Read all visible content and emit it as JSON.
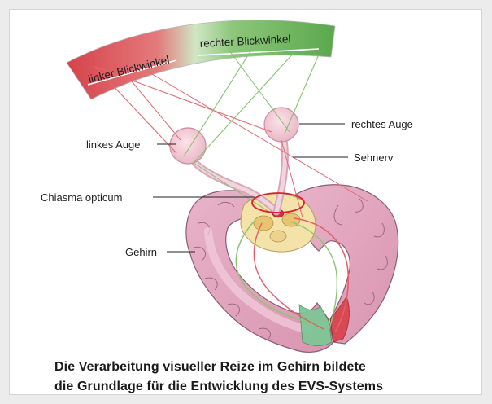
{
  "labels": {
    "left_field": "linker Blickwinkel",
    "right_field": "rechter Blickwinkel",
    "left_eye": "linkes Auge",
    "right_eye": "rechtes Auge",
    "optic_nerve": "Sehnerv",
    "chiasm": "Chiasma opticum",
    "brain": "Gehirn"
  },
  "caption": {
    "line1": "Die Verarbeitung visueller Reize im Gehirn bildete",
    "line2": "die Grundlage für die Entwicklung des EVS-Systems"
  },
  "colors": {
    "left_field": "#d9474d",
    "right_field": "#6fb65a",
    "pathway_red": "#e0606a",
    "pathway_green": "#8cc47a",
    "brain_fill": "#e3a6bf",
    "brain_outline": "#8c5d72",
    "chiasm_marker": "#e02030"
  }
}
